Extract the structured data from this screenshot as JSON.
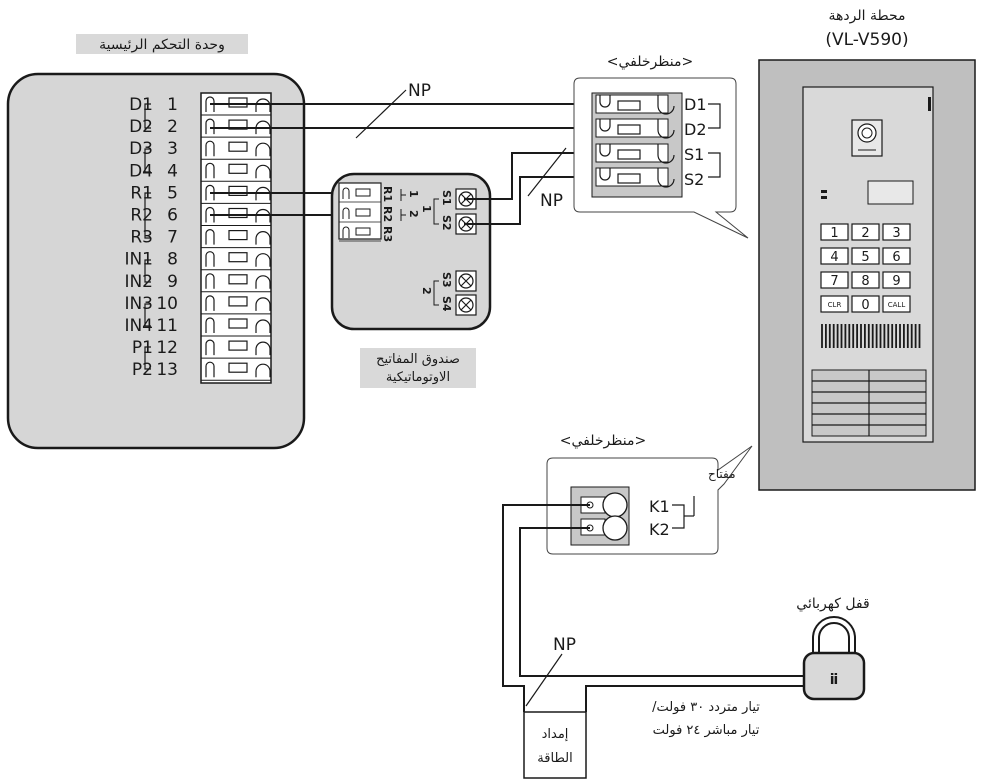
{
  "main_unit": {
    "title": "وحدة التحكم الرئيسية",
    "rows": [
      {
        "name": "D1",
        "num": "1"
      },
      {
        "name": "D2",
        "num": "2"
      },
      {
        "name": "D3",
        "num": "3"
      },
      {
        "name": "D4",
        "num": "4"
      },
      {
        "name": "R1",
        "num": "5"
      },
      {
        "name": "R2",
        "num": "6"
      },
      {
        "name": "R3",
        "num": "7"
      },
      {
        "name": "IN1",
        "num": "8"
      },
      {
        "name": "IN2",
        "num": "9"
      },
      {
        "name": "IN3",
        "num": "10"
      },
      {
        "name": "IN4",
        "num": "11"
      },
      {
        "name": "P1",
        "num": "12"
      },
      {
        "name": "P2",
        "num": "13"
      }
    ]
  },
  "wire_label": "NP",
  "switch_box": {
    "title_line1": "صندوق المفاتيح",
    "title_line2": "الاوتوماتيكية",
    "r_labels": [
      "R1",
      "R2",
      "R3"
    ],
    "r_groups": [
      "1",
      "2"
    ],
    "s_labels": [
      "S1",
      "S2",
      "S3",
      "S4"
    ],
    "s_groups": [
      "1",
      "2"
    ]
  },
  "door_station": {
    "title_line1": "محطة الردهة",
    "title_line2": "(VL-V590)",
    "keys": [
      "1",
      "2",
      "3",
      "4",
      "5",
      "6",
      "7",
      "8",
      "9",
      "CLR",
      "0",
      "CALL"
    ]
  },
  "rear_view_top": {
    "title": "<منظرخلفي>",
    "terminals": [
      "D1",
      "D2",
      "S1",
      "S2"
    ]
  },
  "rear_view_key": {
    "title": "<منظرخلفي>",
    "key_label": "مفتاح",
    "terminals": [
      "K1",
      "K2"
    ]
  },
  "electric_lock": {
    "title": "قفل كهربائي"
  },
  "power": {
    "line1": "إمداد",
    "line2": "الطاقة",
    "spec_line1": "تيار متردد ٣٠ فولت/",
    "spec_line2": "تيار مباشر ٢٤ فولت"
  }
}
